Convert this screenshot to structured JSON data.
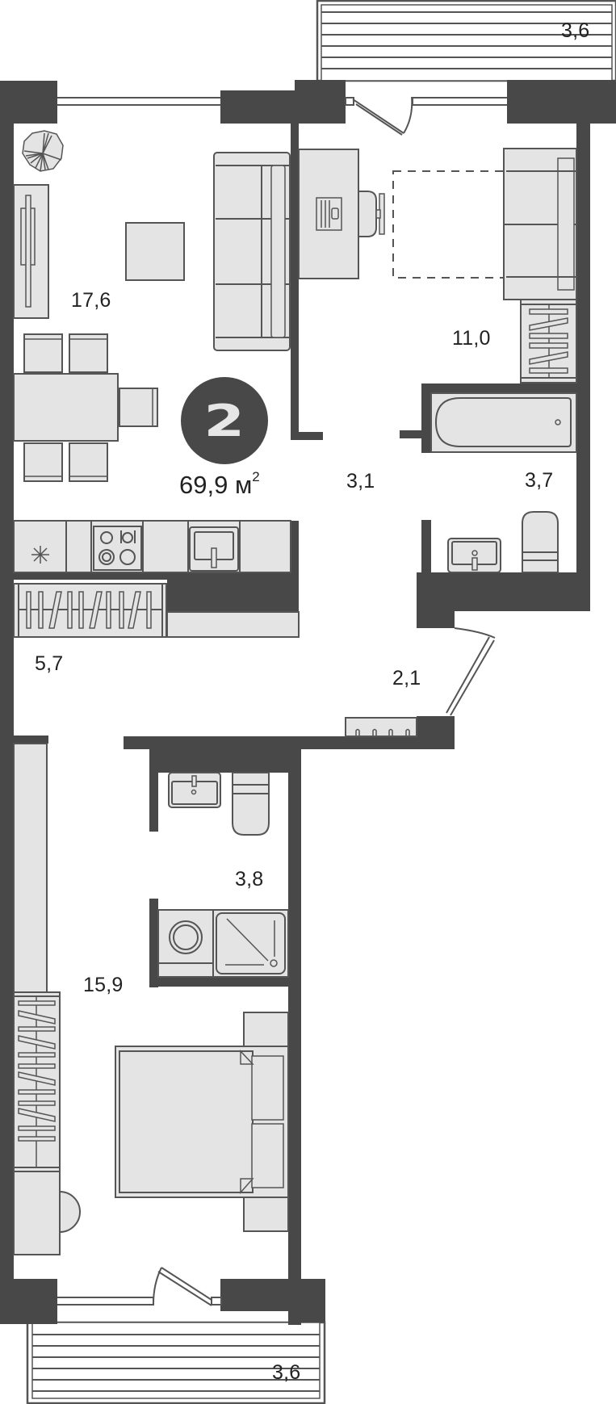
{
  "plan": {
    "rooms_count": "2",
    "total_area": "69,9",
    "total_area_unit": "м",
    "total_area_unit_sup": "2",
    "colors": {
      "wall": "#484848",
      "furniture_fill": "#e4e4e4",
      "furniture_stroke": "#555555",
      "background": "#ffffff",
      "text": "#222222"
    },
    "rooms": [
      {
        "id": "balcony-top",
        "label": "3,6",
        "type": "balcony"
      },
      {
        "id": "living-room",
        "label": "17,6",
        "type": "living room"
      },
      {
        "id": "bedroom-small",
        "label": "11,0",
        "type": "bedroom"
      },
      {
        "id": "hall",
        "label": "3,1",
        "type": "hall"
      },
      {
        "id": "bathroom",
        "label": "3,7",
        "type": "bathroom"
      },
      {
        "id": "kitchen",
        "label": "5,7",
        "type": "kitchen"
      },
      {
        "id": "entrance",
        "label": "2,1",
        "type": "entrance hall"
      },
      {
        "id": "washroom",
        "label": "3,8",
        "type": "bathroom"
      },
      {
        "id": "bedroom-large",
        "label": "15,9",
        "type": "bedroom"
      },
      {
        "id": "balcony-bottom",
        "label": "3,6",
        "type": "balcony"
      }
    ]
  }
}
